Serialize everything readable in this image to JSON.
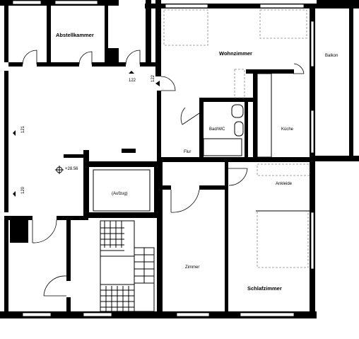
{
  "rooms": {
    "abstellkammer": "Abstellkammer",
    "wohnzimmer": "Wohnzimmer",
    "balkon": "Balkon",
    "bad_wc": "Bad/WC",
    "kueche": "Küche",
    "flur": "Flur",
    "aufzug": "(Aufzug)",
    "ankleide": "Ankleide",
    "zimmer": "Zimmer",
    "schlafzimmer": "Schlafzimmer"
  },
  "marks": {
    "level": "+28.56",
    "axis_122_a": "122",
    "axis_122_b": "122",
    "axis_121": "121",
    "axis_120": "120"
  }
}
